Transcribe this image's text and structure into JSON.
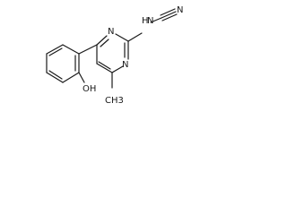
{
  "molecule": {
    "atoms": {
      "amine_nitrogen": "N",
      "amine_hydrogen": "H",
      "ring_nitrogen_top": "N",
      "ring_nitrogen_bottom": "N",
      "nitrile_nitrogen": "N",
      "hydroxyl": "OH",
      "methyl_label": "CH3"
    }
  }
}
